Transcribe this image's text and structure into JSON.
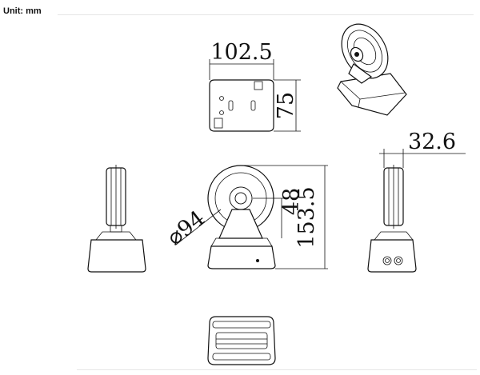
{
  "header": {
    "unit_label": "Unit: mm"
  },
  "dimensions": {
    "top_width": "102.5",
    "top_depth": "75",
    "side_thickness": "32.6",
    "wheel_diameter": "⌀94",
    "axle_height": "48",
    "total_height": "153.5"
  }
}
